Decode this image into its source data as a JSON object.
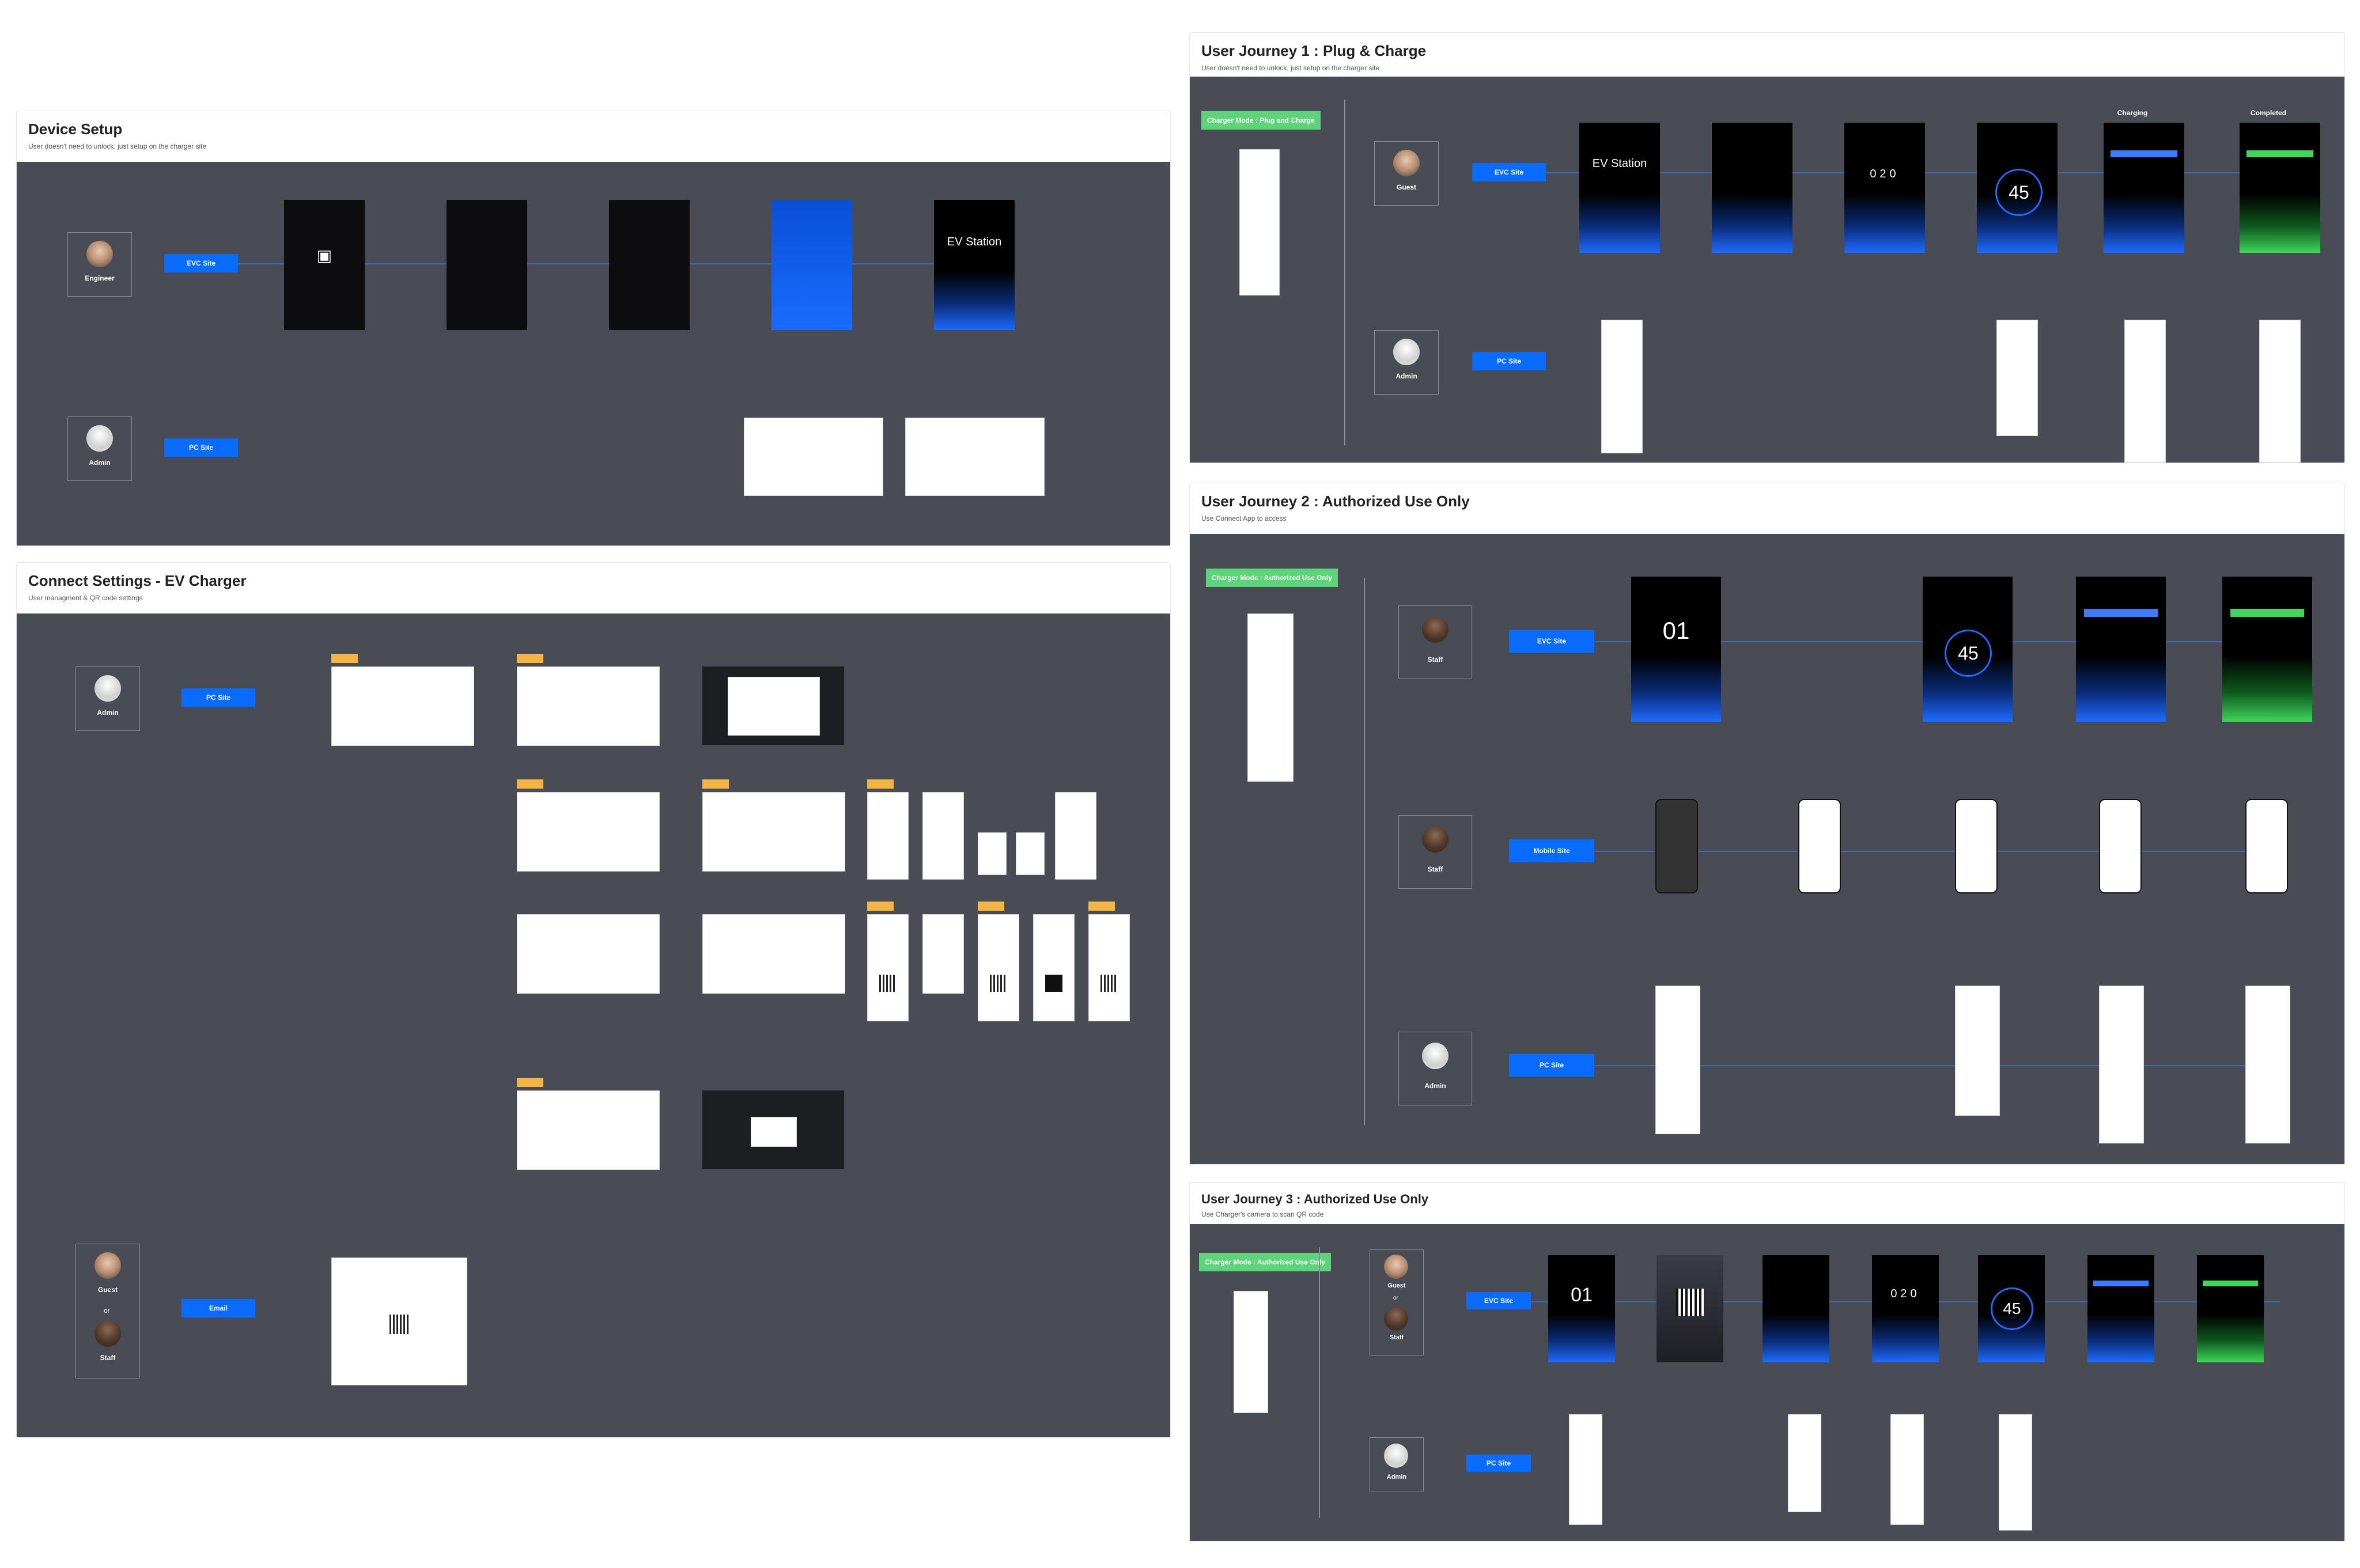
{
  "sections": {
    "device_setup": {
      "title": "Device Setup",
      "subtitle": "User doesn't need to unlock, just setup on the charger site",
      "personas": [
        {
          "label": "Engineer",
          "site": "EVC Site"
        },
        {
          "label": "Admin",
          "site": "PC Site"
        }
      ],
      "ev_station_label": "EV Station"
    },
    "connect_settings": {
      "title": "Connect Settings - EV Charger",
      "subtitle": "User managment & QR code settings",
      "personas": [
        {
          "label": "Admin",
          "site": "PC Site"
        }
      ],
      "guest_staff": {
        "guest": "Guest",
        "or": "or",
        "staff": "Staff",
        "site": "Email"
      }
    },
    "journey1": {
      "title": "User Journey 1 : Plug & Charge",
      "subtitle": "User doesn't need to unlock, just setup on the charger site",
      "mode": "Charger Mode : Plug and Charge",
      "personas": [
        {
          "label": "Guest",
          "site": "EVC Site"
        },
        {
          "label": "Admin",
          "site": "PC Site"
        }
      ],
      "screens": {
        "station": "EV Station",
        "countdown": "45",
        "charging": "Charging",
        "completed": "Completed"
      }
    },
    "journey2": {
      "title": "User Journey 2 : Authorized Use Only",
      "subtitle": "Use Connect App to access",
      "mode": "Charger Mode : Authorized Use Only",
      "personas": [
        {
          "label": "Staff",
          "site": "EVC Site"
        },
        {
          "label": "Staff",
          "site": "Mobile Site"
        },
        {
          "label": "Admin",
          "site": "PC Site"
        }
      ],
      "screens": {
        "code": "01",
        "countdown": "45"
      }
    },
    "journey3": {
      "title": "User Journey 3 : Authorized Use Only",
      "subtitle": "Use Charger's camera to scan QR code",
      "mode": "Charger Mode : Authorized Use Only",
      "personas": [
        {
          "label": "Guest",
          "or": "or",
          "label2": "Staff",
          "site": "EVC Site"
        },
        {
          "label": "Admin",
          "site": "PC Site"
        }
      ],
      "screens": {
        "code": "01",
        "countdown": "45"
      }
    }
  }
}
